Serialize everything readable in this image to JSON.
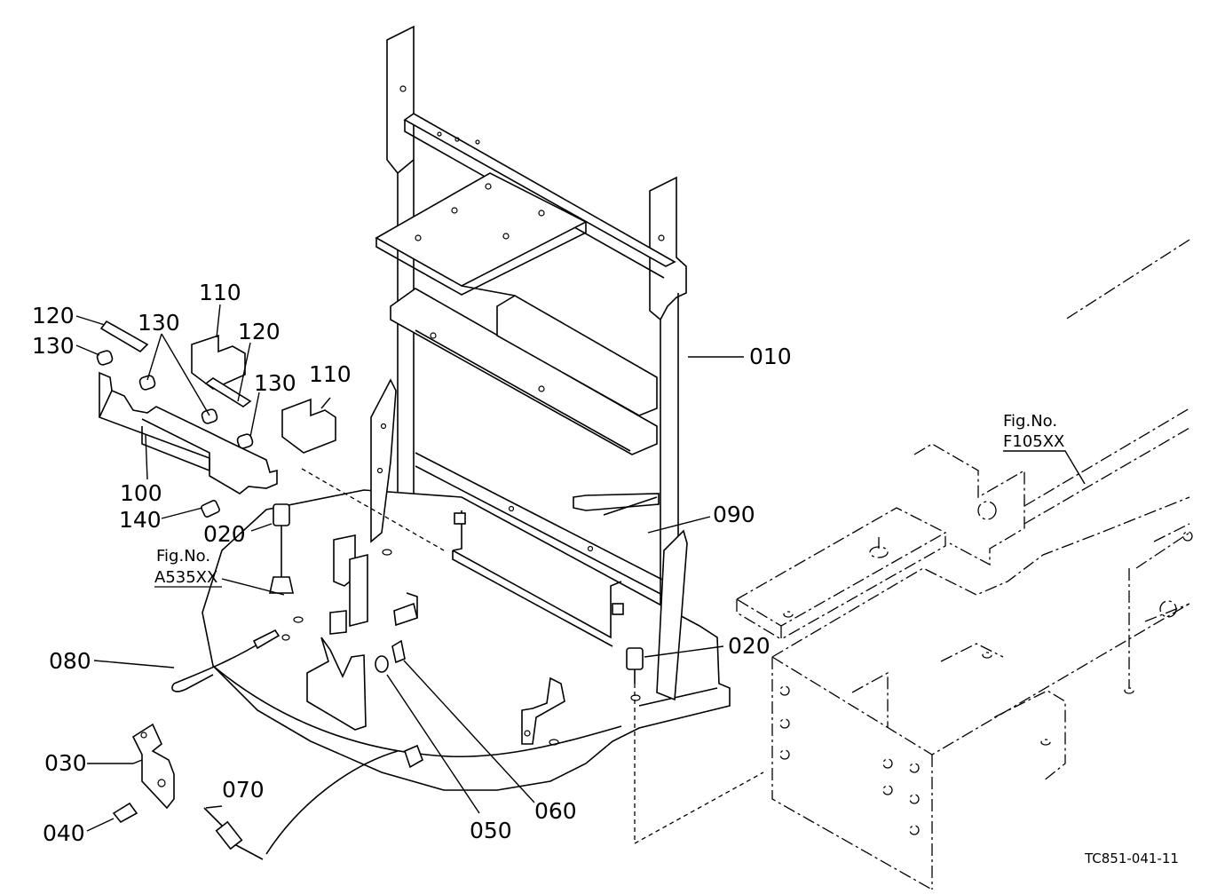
{
  "diagram": {
    "callouts": [
      {
        "id": "010",
        "text": "010"
      },
      {
        "id": "020a",
        "text": "020"
      },
      {
        "id": "020b",
        "text": "020"
      },
      {
        "id": "030",
        "text": "030"
      },
      {
        "id": "040",
        "text": "040"
      },
      {
        "id": "050",
        "text": "050"
      },
      {
        "id": "060",
        "text": "060"
      },
      {
        "id": "070",
        "text": "070"
      },
      {
        "id": "080",
        "text": "080"
      },
      {
        "id": "090",
        "text": "090"
      },
      {
        "id": "100",
        "text": "100"
      },
      {
        "id": "110a",
        "text": "110"
      },
      {
        "id": "110b",
        "text": "110"
      },
      {
        "id": "120a",
        "text": "120"
      },
      {
        "id": "120b",
        "text": "120"
      },
      {
        "id": "130a",
        "text": "130"
      },
      {
        "id": "130b",
        "text": "130"
      },
      {
        "id": "130c",
        "text": "130"
      },
      {
        "id": "140",
        "text": "140"
      }
    ],
    "figure_refs": [
      {
        "line1": "Fig.No.",
        "line2": "A535XX"
      },
      {
        "line1": "Fig.No.",
        "line2": "F105XX"
      }
    ],
    "drawing_code": "TC851-041-11"
  }
}
